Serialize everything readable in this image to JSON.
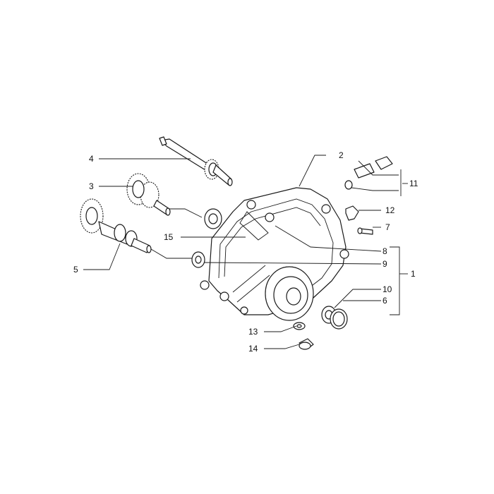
{
  "callouts": {
    "n1": "1",
    "n2": "2",
    "n3": "3",
    "n4": "4",
    "n5": "5",
    "n6": "6",
    "n7": "7",
    "n8": "8",
    "n9": "9",
    "n10": "10",
    "n11": "11",
    "n12": "12",
    "n13": "13",
    "n14": "14",
    "n15": "15"
  },
  "colors": {
    "line": "#1a1a1a",
    "background": "#ffffff"
  }
}
